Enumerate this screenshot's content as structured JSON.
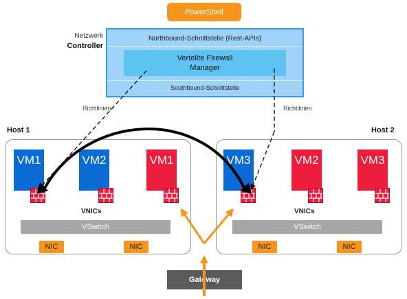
{
  "powershell": "PowerShell",
  "controller": {
    "label_top": "Netzwerk",
    "label_bottom": "Controller",
    "northbound": "Northbound-Schnittstelle (Rest-APIs)",
    "dfw_line1": "Verteilte Firewall",
    "dfw_line2": "Manager",
    "southbound": "Southbound-Schnittstelle"
  },
  "policies_left": "Richtlinien",
  "policies_right": "Richtlinien",
  "host1": {
    "title": "Host 1",
    "vms": [
      {
        "label": "VM1",
        "color": "#0a6ad6"
      },
      {
        "label": "VM2",
        "color": "#0a6ad6"
      },
      {
        "label": "VM1",
        "color": "#ee1c3c"
      }
    ],
    "vnics": "VNICs",
    "vswitch": "VSwitch",
    "nics": [
      "NIC",
      "NIC"
    ]
  },
  "host2": {
    "title": "Host 2",
    "vms": [
      {
        "label": "VM3",
        "color": "#0a6ad6"
      },
      {
        "label": "VM2",
        "color": "#ee1c3c"
      },
      {
        "label": "VM3",
        "color": "#ee1c3c"
      }
    ],
    "vnics": "VNICs",
    "vswitch": "VSwitch",
    "nics": [
      "NIC",
      "NIC"
    ]
  },
  "gateway": "Gateway",
  "colors": {
    "orange": "#f7941d",
    "blue_vm": "#0a6ad6",
    "red_vm": "#ee1c3c",
    "controller_bg": "#9fd2f8",
    "controller_border": "#3a9de4",
    "dfw_bg": "#5dc3f0",
    "vswitch": "#a6a6a6",
    "gateway": "#5b5b5b"
  }
}
